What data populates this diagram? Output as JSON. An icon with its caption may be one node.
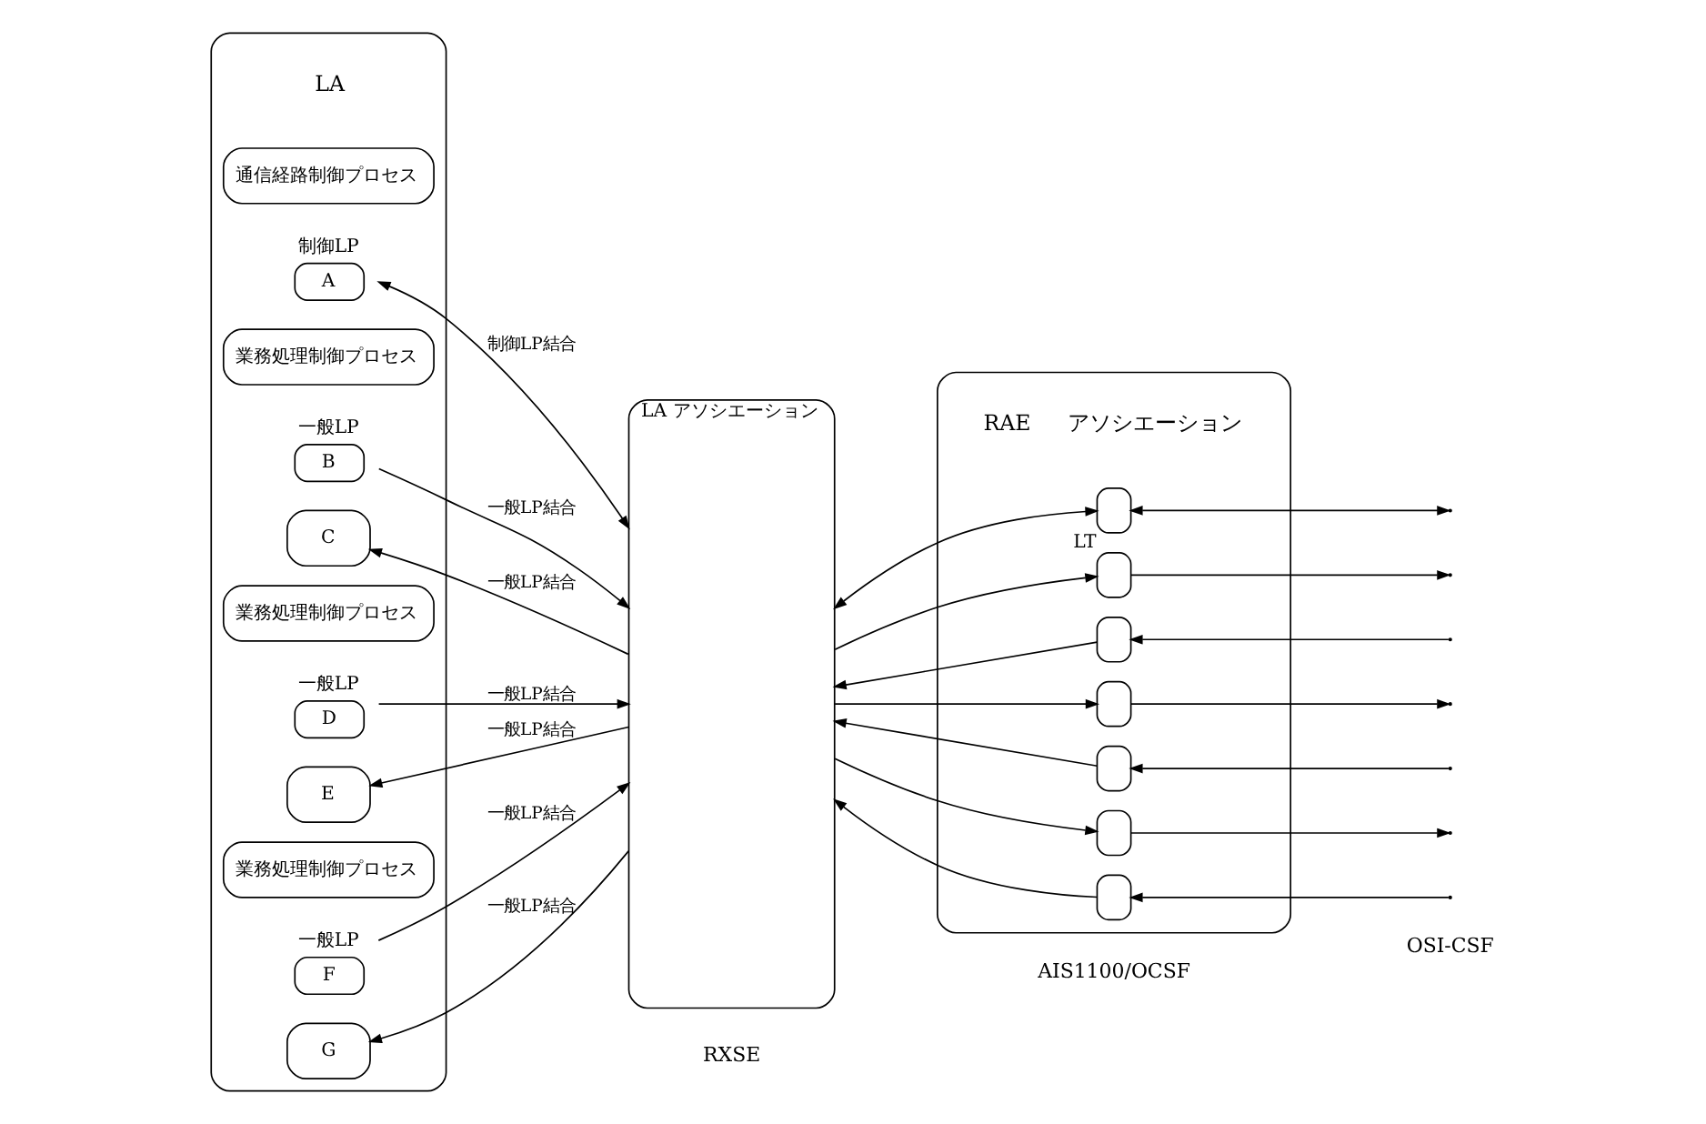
{
  "diagram": {
    "nodes": [
      {
        "text": [
          "LA"
        ]
      },
      {
        "text": [
          "通信経路制御プロセス"
        ],
        "in": 0
      },
      {
        "text": [
          "A"
        ],
        "beside": [
          "制御LP"
        ],
        "in": 0
      },
      {
        "text": [
          "業務処理制御プロセス"
        ],
        "in": 0
      },
      {
        "text": [
          "B"
        ],
        "beside": [
          "一般LP"
        ],
        "in": 0
      },
      {
        "text": [
          "C"
        ],
        "in": 0
      },
      {
        "text": [
          "業務処理制御プロセス"
        ],
        "in": 0
      },
      {
        "text": [
          "D"
        ],
        "beside": [
          "一般LP"
        ],
        "in": 0
      },
      {
        "text": [
          "E"
        ],
        "in": 0
      },
      {
        "text": [
          "業務処理制御プロセス"
        ],
        "in": 0
      },
      {
        "text": [
          "F"
        ],
        "beside": [
          "一般LP"
        ],
        "in": 0
      },
      {
        "text": [
          "G"
        ],
        "in": 0
      },
      {
        "text": [
          "LA アソシエーション"
        ]
      },
      {
        "text": [
          "RAE",
          "アソシエーション"
        ]
      },
      {
        "text": [],
        "shape": "box",
        "beside": [
          "LT"
        ],
        "in": 13
      },
      {
        "text": [],
        "shape": "box",
        "in": 13
      },
      {
        "text": [],
        "shape": "box",
        "in": 13
      },
      {
        "text": [],
        "shape": "box",
        "in": 13
      },
      {
        "text": [],
        "shape": "box",
        "in": 13
      },
      {
        "text": [],
        "shape": "box",
        "in": 13
      },
      {
        "text": [],
        "shape": "box",
        "in": 13
      }
    ],
    "edges": [
      {
        "from": 2,
        "to": 12,
        "arrow": "both",
        "label": "制御LP結合"
      },
      {
        "from": 4,
        "to": 12,
        "arrow": "to",
        "label": "一般LP結合"
      },
      {
        "from": 12,
        "to": 5,
        "arrow": "to",
        "label": "一般LP結合"
      },
      {
        "from": 7,
        "to": 12,
        "arrow": "to",
        "label": "一般LP結合"
      },
      {
        "from": 12,
        "to": 8,
        "arrow": "to",
        "label": "一般LP結合"
      },
      {
        "from": 10,
        "to": 12,
        "arrow": "to",
        "label": "一般LP結合"
      },
      {
        "from": 12,
        "to": 11,
        "arrow": "to",
        "label": "一般LP結合"
      },
      {
        "from": 12,
        "to": 14,
        "arrow": "both"
      },
      {
        "from": 12,
        "to": 15,
        "arrow": "to"
      },
      {
        "from": 16,
        "to": 12,
        "arrow": "to"
      },
      {
        "from": 12,
        "to": 17,
        "arrow": "to"
      },
      {
        "from": 18,
        "to": 12,
        "arrow": "to"
      },
      {
        "from": 12,
        "to": 19,
        "arrow": "to"
      },
      {
        "from": 20,
        "to": 12,
        "arrow": "to"
      },
      {
        "from": 14,
        "to": null,
        "arrow": "both"
      },
      {
        "from": 15,
        "to": null,
        "arrow": "to"
      },
      {
        "from": null,
        "to": 16,
        "arrow": "to"
      },
      {
        "from": 17,
        "to": null,
        "arrow": "to"
      },
      {
        "from": null,
        "to": 18,
        "arrow": "to"
      },
      {
        "from": 19,
        "to": null,
        "arrow": "to"
      },
      {
        "from": null,
        "to": 20,
        "arrow": "to"
      }
    ],
    "labels": [
      "RXSE",
      "AIS1100/OCSF",
      "OSI-CSF"
    ]
  }
}
